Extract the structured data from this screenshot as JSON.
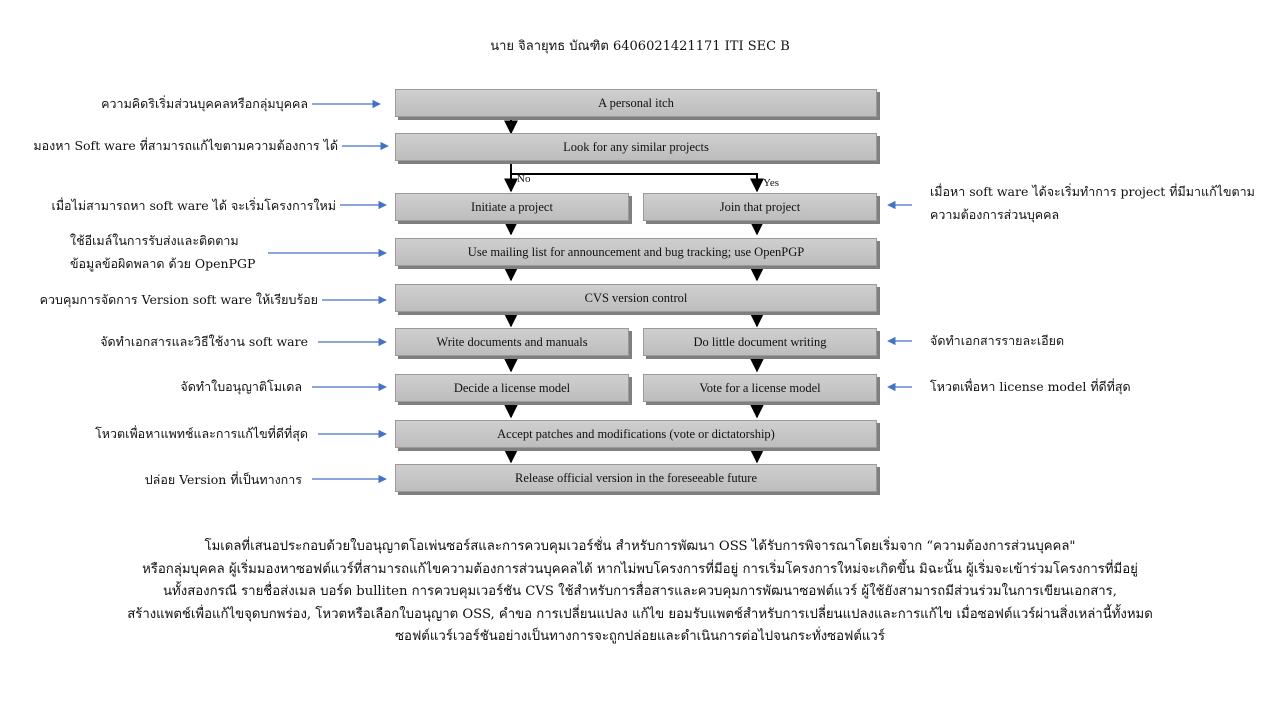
{
  "header": {
    "title": "นาย จิลายุทธ บัณฑิต 6406021421171 ITI SEC B"
  },
  "diagram": {
    "boxes": {
      "personal_itch": "A personal itch",
      "look_similar": "Look for any similar projects",
      "initiate": "Initiate a project",
      "join": "Join that project",
      "mailing": "Use mailing list for announcement and bug tracking; use OpenPGP",
      "cvs": "CVS version control",
      "write_docs": "Write documents and manuals",
      "little_docs": "Do little document writing",
      "decide_license": "Decide a license model",
      "vote_license": "Vote for a license model",
      "accept_patches": "Accept patches and modifications (vote or dictatorship)",
      "release": "Release official version in the foreseeable future"
    },
    "branch_labels": {
      "no": "No",
      "yes": "Yes"
    },
    "left_notes": {
      "personal_itch": "ความคิดริเริ่มส่วนบุคคลหรือกลุ่มบุคคล",
      "look_similar": "มองหา Soft ware ที่สามารถแก้ไขตามความต้องการ ได้",
      "initiate": "เมื่อไม่สามารถหา  soft ware ได้ จะเริ่มโครงการใหม่",
      "mailing_line1": "ใช้อีเมล์ในการรับส่งและติดตาม",
      "mailing_line2": "ข้อมูลข้อผิดพลาด  ด้วย OpenPGP",
      "cvs": "ควบคุมการจัดการ  Version soft ware ให้เรียบร้อย",
      "write_docs": "จัดทำเอกสารและวิธีใช้งาน  soft ware",
      "decide_license": "จัดทำใบอนุญาติโมเดล",
      "accept_patches": "โหวตเพื่อหาแพทช์และการแก้ไขที่ดีที่สุด",
      "release": "ปล่อย Version ที่เป็นทางการ"
    },
    "right_notes": {
      "join_line1": "เมื่อหา soft ware ได้จะเริ่มทำการ  project ที่มีมาแก้ไขตาม",
      "join_line2": "ความต้องการส่วนบุคคล",
      "little_docs": "จัดทำเอกสารรายละเอียด",
      "vote_license": "โหวตเพื่อหา license model ที่ดีที่สุด"
    }
  },
  "summary": {
    "line1": "โมเดลที่เสนอประกอบด้วยใบอนุญาตโอเพ่นซอร์สและการควบคุมเวอร์ชั่น สำหรับการพัฒนา OSS ได้รับการพิจารณาโดยเริ่มจาก “ความต้องการส่วนบุคคล\"",
    "line2": "หรือกลุ่มบุคคล ผู้เริ่มมองหาซอฟต์แวร์ที่สามารถแก้ไขความต้องการส่วนบุคคลได้ หากไม่พบโครงการที่มีอยู่ การเริ่มโครงการใหม่จะเกิดขึ้น มิฉะนั้น ผู้เริ่มจะเข้าร่วมโครงการที่มีอยู่",
    "line3": "นทั้งสองกรณี รายชื่อส่งเมล บอร์ด bulliten การควบคุมเวอร์ชัน CVS ใช้สำหรับการสื่อสารและควบคุมการพัฒนาซอฟต์แวร์ ผู้ใช้ยังสามารถมีส่วนร่วมในการเขียนเอกสาร,",
    "line4": "สร้างแพตช์เพื่อแก้ไขจุดบกพร่อง, โหวตหรือเลือกใบอนุญาต OSS, คำขอ การเปลี่ยนแปลง แก้ไข ยอมรับแพตช์สำหรับการเปลี่ยนแปลงและการแก้ไข เมื่อซอฟต์แวร์ผ่านสิ่งเหล่านี้ทั้งหมด",
    "line5": "ซอฟต์แวร์เวอร์ชันอย่างเป็นทางการจะถูกปล่อยและดำเนินการต่อไปจนกระทั่งซอฟต์แวร์"
  },
  "colors": {
    "box_fill": "#c4c4c4",
    "box_shadow": "#7f7f7f",
    "note_arrow": "#4472c4",
    "flow_arrow": "#000000"
  }
}
